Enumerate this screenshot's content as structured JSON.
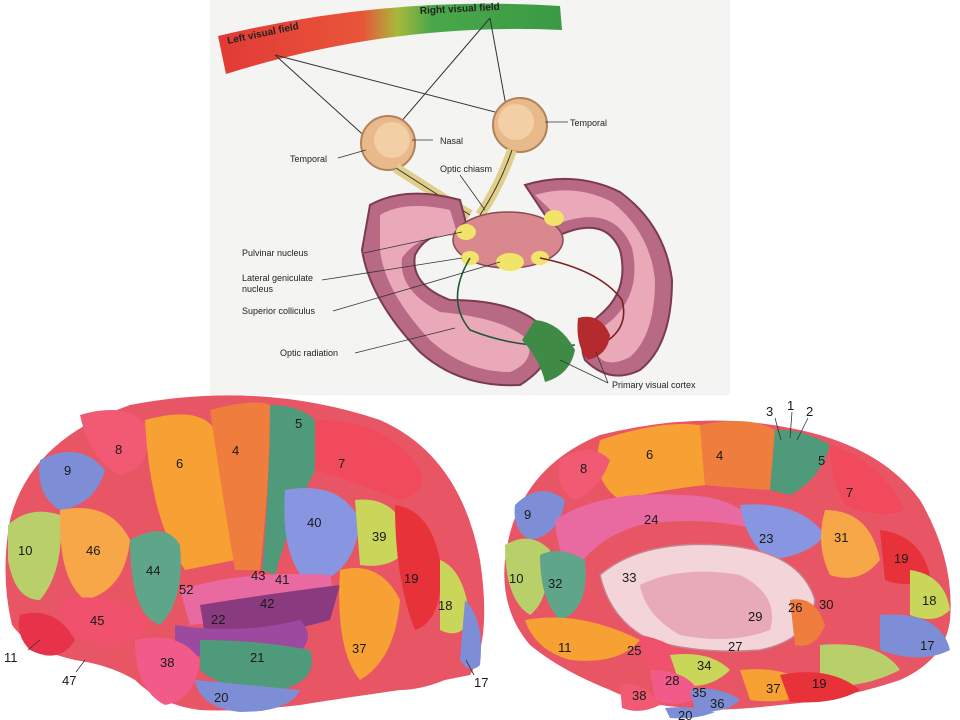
{
  "visual_pathway": {
    "fields": {
      "left": "Left visual field",
      "right": "Right visual field"
    },
    "labels": {
      "nasal": "Nasal",
      "temporal_right": "Temporal",
      "temporal_left": "Temporal",
      "optic_chiasm": "Optic chiasm",
      "pulvinar": "Pulvinar nucleus",
      "lgn_line1": "Lateral geniculate",
      "lgn_line2": "nucleus",
      "superior_colliculus": "Superior colliculus",
      "optic_radiation": "Optic radiation",
      "primary_visual_cortex": "Primary visual cortex"
    },
    "colors": {
      "left_field": "#e8473c",
      "right_field": "#39a84a",
      "cortex": "#b86a84",
      "nucleus": "#f2e36a"
    }
  },
  "lateral_areas": [
    "8",
    "9",
    "6",
    "4",
    "5",
    "7",
    "40",
    "39",
    "10",
    "46",
    "44",
    "52",
    "43",
    "41",
    "42",
    "22",
    "45",
    "19",
    "18",
    "11",
    "47",
    "38",
    "21",
    "37",
    "20",
    "17"
  ],
  "medial_areas": [
    "3",
    "1",
    "2",
    "6",
    "4",
    "5",
    "8",
    "7",
    "9",
    "24",
    "23",
    "31",
    "19",
    "10",
    "32",
    "33",
    "18",
    "30",
    "29",
    "26",
    "27",
    "11",
    "25",
    "17",
    "34",
    "28",
    "35",
    "36",
    "37",
    "38",
    "20",
    "19"
  ]
}
